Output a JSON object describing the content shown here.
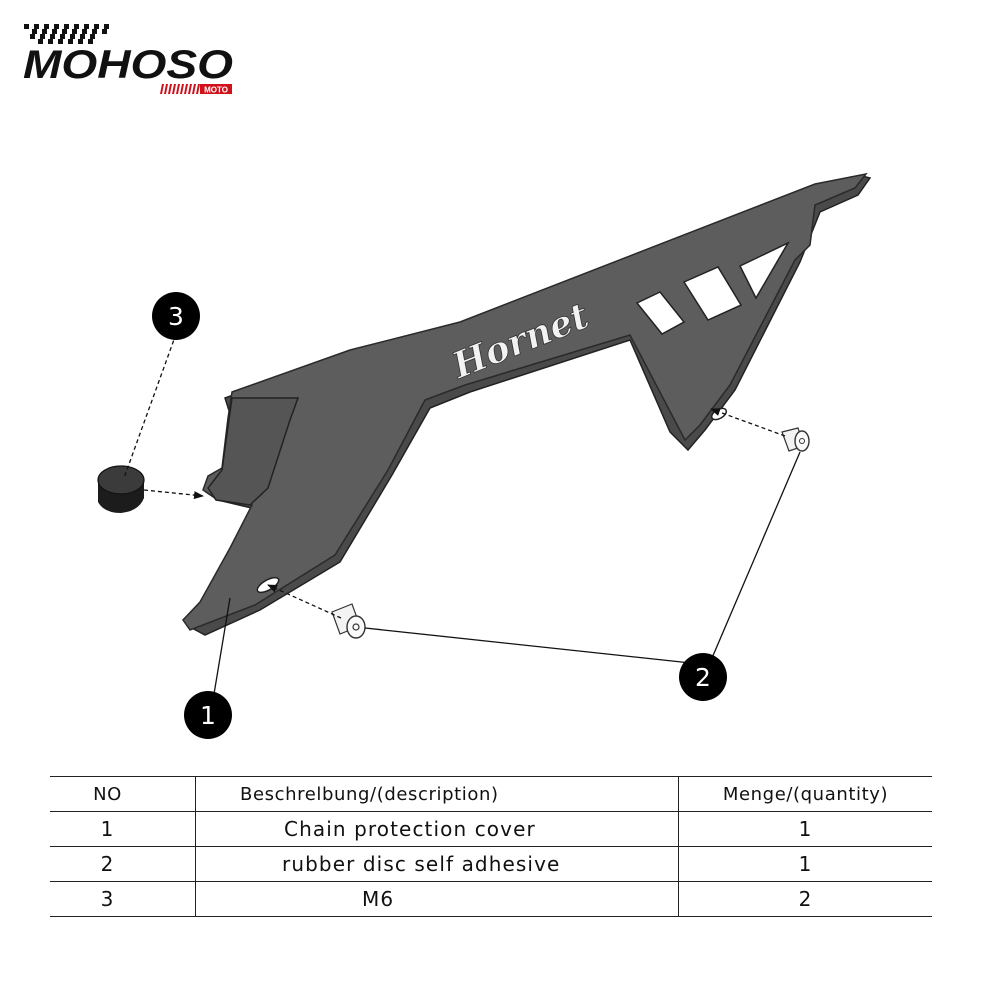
{
  "brand": {
    "name": "MOHOSO",
    "sub": "MOTO",
    "accent": "#d0121b",
    "text_color": "#111111"
  },
  "diagram": {
    "part_color": "#5b5b5b",
    "outline_color": "#2a2a2a",
    "callout_color": "#000000",
    "emblem": "Hornet",
    "callouts": [
      {
        "id": "1",
        "label": "1"
      },
      {
        "id": "2",
        "label": "2"
      },
      {
        "id": "3",
        "label": "3"
      }
    ]
  },
  "table": {
    "headers": [
      "NO",
      "Beschrelbung/(description)",
      "Menge/(quantity)"
    ],
    "rows": [
      {
        "no": "1",
        "description": "Chain protection cover",
        "quantity": "1"
      },
      {
        "no": "2",
        "description": "rubber disc self adhesive",
        "quantity": "1"
      },
      {
        "no": "3",
        "description": "M6",
        "quantity": "2"
      }
    ]
  }
}
